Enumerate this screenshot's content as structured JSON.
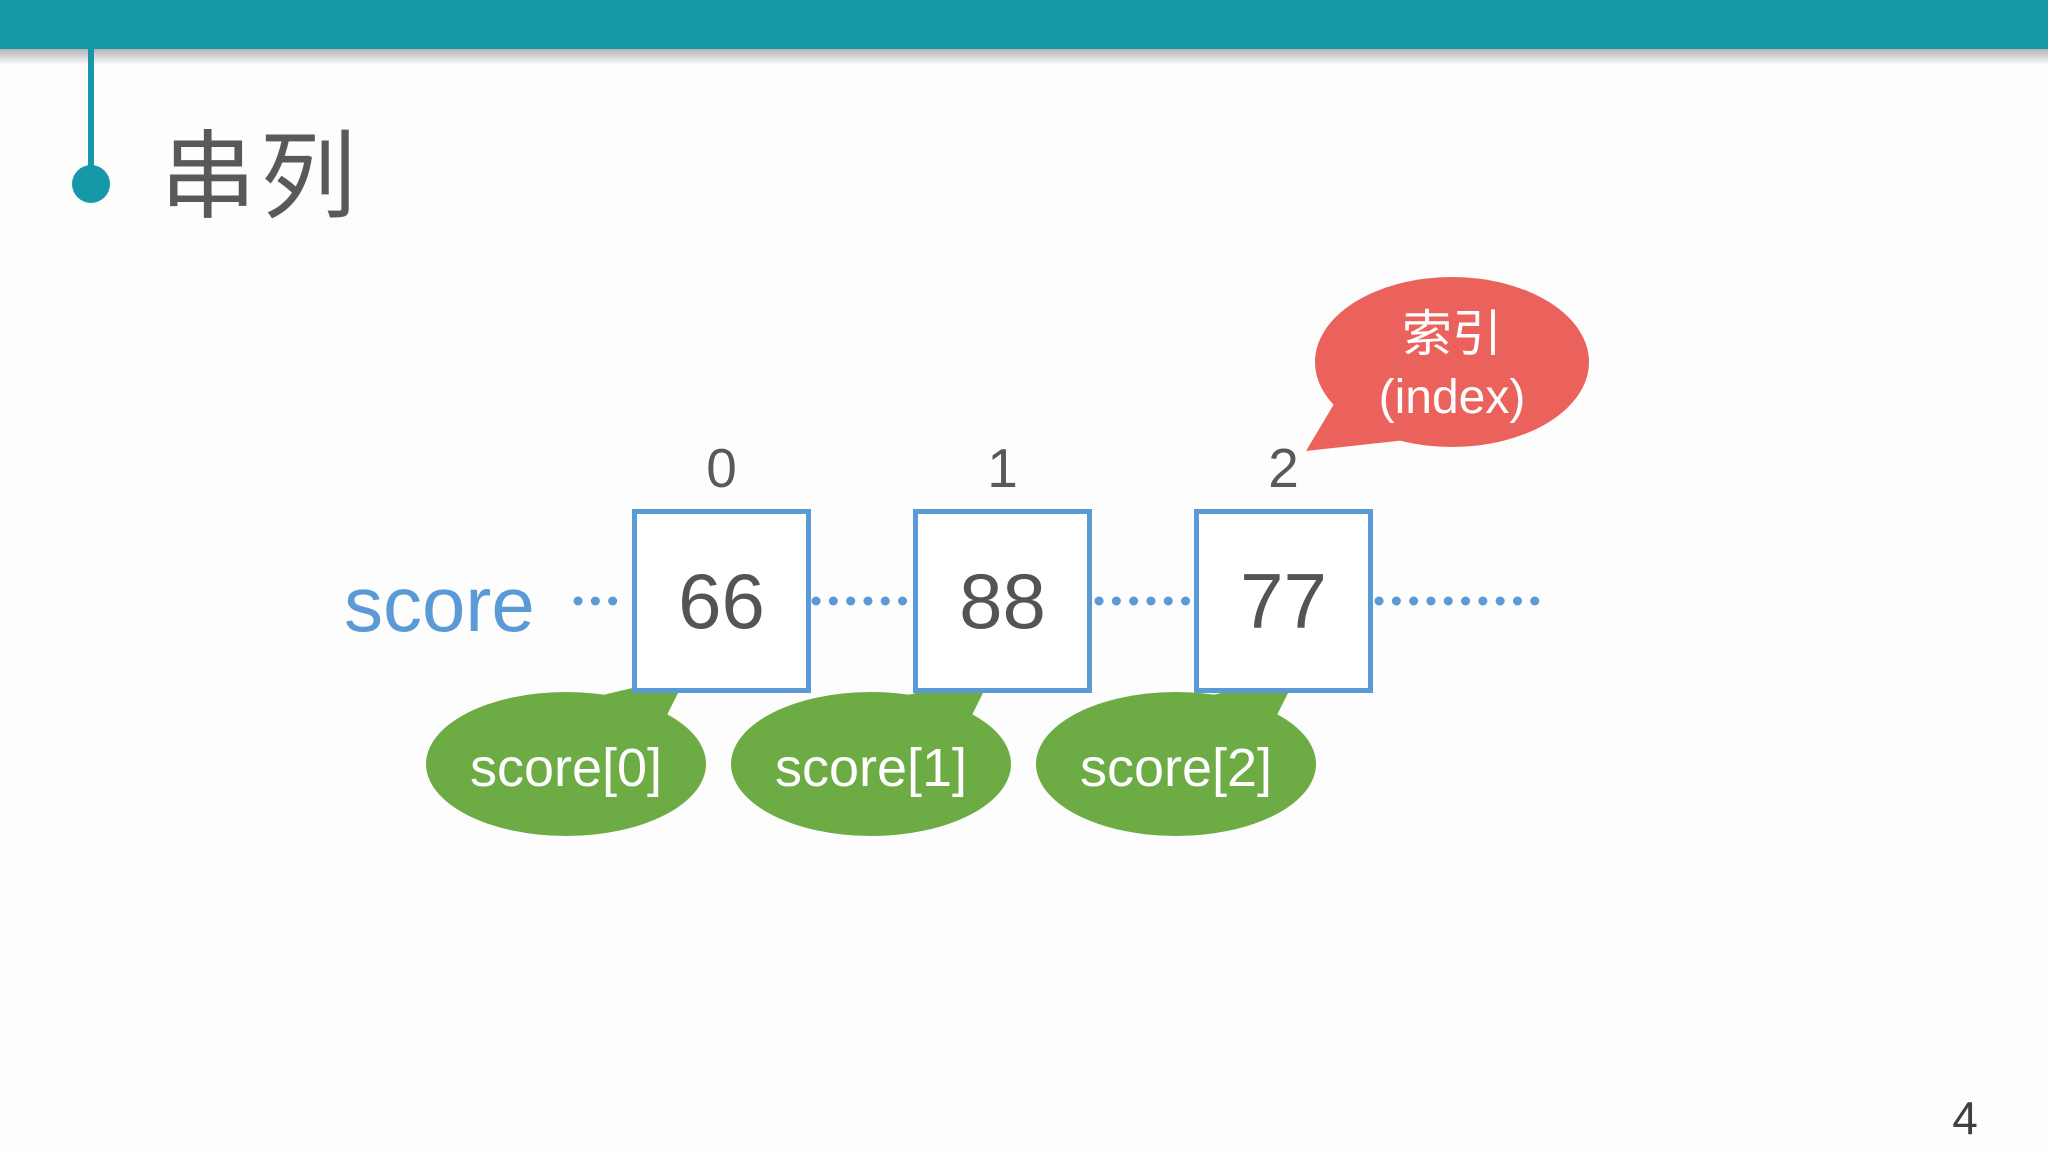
{
  "header": {
    "title": "串列"
  },
  "array_diagram": {
    "variable_name": "score",
    "cells": [
      {
        "index": "0",
        "value": "66",
        "label": "score[0]"
      },
      {
        "index": "1",
        "value": "88",
        "label": "score[1]"
      },
      {
        "index": "2",
        "value": "77",
        "label": "score[2]"
      }
    ],
    "index_callout": {
      "line1": "索引",
      "line2": "(index)"
    }
  },
  "footer": {
    "page_number": "4"
  },
  "colors": {
    "accent_teal": "#1598A8",
    "box_blue": "#5B9BD5",
    "callout_red": "#EB625C",
    "callout_green": "#6DAB44",
    "text_gray": "#595959",
    "value_gray": "#545454",
    "page_gray": "#404040"
  }
}
